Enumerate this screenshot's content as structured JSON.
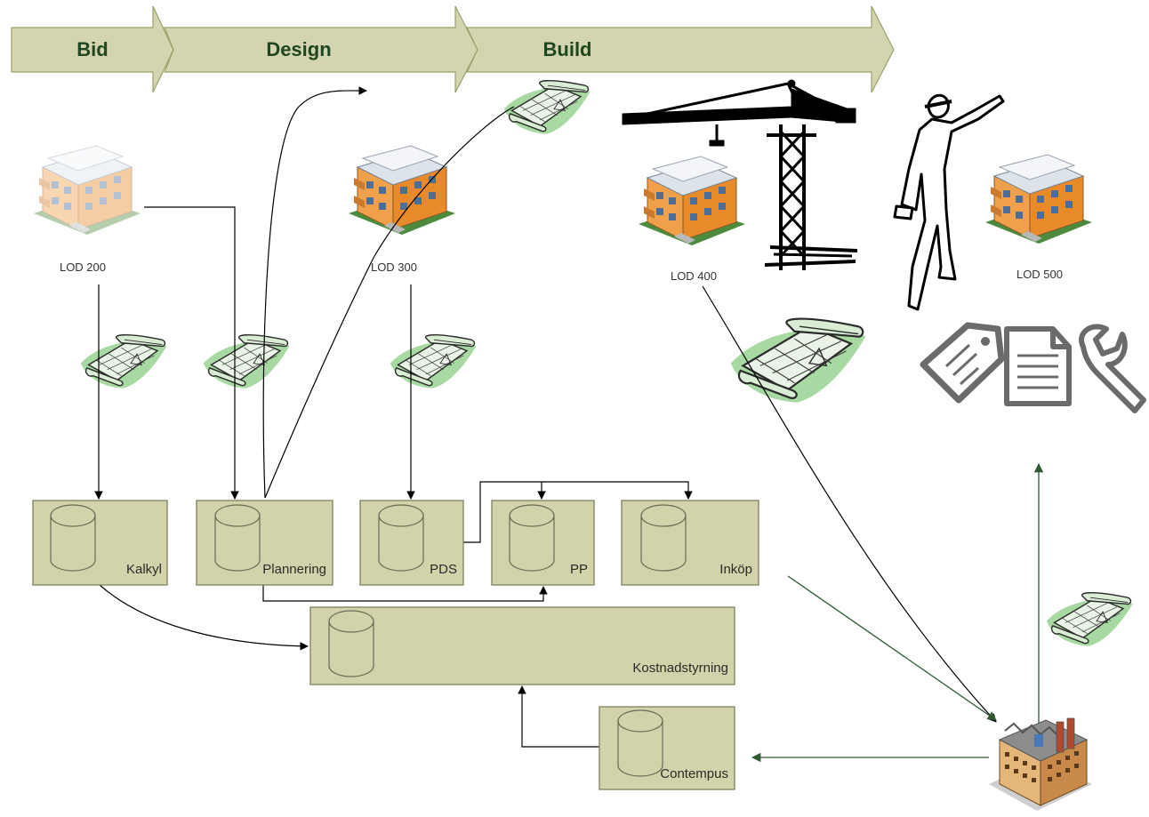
{
  "phases": [
    "Bid",
    "Design",
    "Build"
  ],
  "lods": [
    "LOD 200",
    "LOD 300",
    "LOD 400",
    "LOD 500"
  ],
  "systems": {
    "kalkyl": "Kalkyl",
    "plannering": "Plannering",
    "pds": "PDS",
    "pp": "PP",
    "inkop": "Inköp",
    "kostnadstyrning": "Kostnadstyrning",
    "contempus": "Contempus"
  },
  "colors": {
    "arrow_fill": "#d4d5b0",
    "arrow_stroke": "#9aa068",
    "phase_text": "#1e4620",
    "box_fill": "#d3d3ab",
    "box_stroke": "#7e8060",
    "dark_green_line": "#2f5a34",
    "blueprint_green": "#9fd39a"
  },
  "icons": [
    "building-icon",
    "blueprint-icon",
    "crane-icon",
    "engineer-icon",
    "tag-icon",
    "document-icon",
    "wrench-icon",
    "factory-icon",
    "database-icon"
  ]
}
